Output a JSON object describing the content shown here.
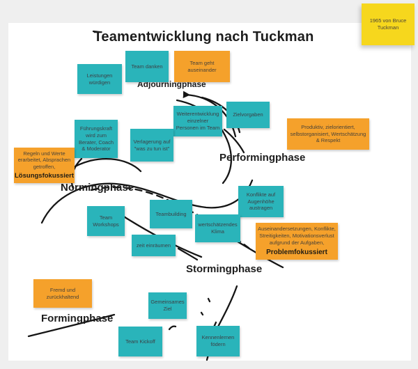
{
  "title": "Teamentwicklung nach Tuckman",
  "colors": {
    "background": "#efefef",
    "ink": "#1d1d1d",
    "teal": "#2ab4ba",
    "orange": "#f5a12b",
    "yellow": "#f6d71d"
  },
  "phases": {
    "adjourning": "Adjourningphase",
    "performing": "Performingphase",
    "norming": "Normingphase",
    "storming": "Stormingphase",
    "forming": "Formingphase"
  },
  "notes": {
    "bruce": {
      "text": "1965 von Bruce Tuckman"
    },
    "leistungen": {
      "text": "Leistungen würdigen"
    },
    "team_danken": {
      "text": "Team danken"
    },
    "auseinander": {
      "text": "Team geht auseinander"
    },
    "weiterentwicklung": {
      "text": "Weiterentwicklung einzelner Personen im Team"
    },
    "zielvorgaben": {
      "text": "Zielvorgaben"
    },
    "fuehrungskraft": {
      "text": "Führungskraft wird zum Berater, Coach & Moderator"
    },
    "verlagerung": {
      "text": "Verlagerung auf \"was zu tun ist\""
    },
    "produktiv": {
      "text": "Produktiv, zielorientiert, selbstorganisiert, Wertschätzung & Respekt"
    },
    "regeln": {
      "text": "Regeln und Werte erarbeitet, Absprachen getroffen,",
      "bold": "Lösungsfokussiert"
    },
    "konflikte_augenhoehe": {
      "text": "Konflikte auf Augenhöhe austragen"
    },
    "team_workshops": {
      "text": "Team Workshops"
    },
    "teambuilding": {
      "text": "Teambuilding"
    },
    "klima": {
      "text": "wertschätzendes Klima"
    },
    "zeit": {
      "text": "zeit einräumen"
    },
    "auseinandersetzungen": {
      "text": "Auseinandersetzungen, Konflikte, Streitigkeiten, Motivationsverlust aufgrund der Aufgaben,",
      "bold": "Problemfokussiert"
    },
    "fremd": {
      "text": "Fremd und zurückhaltend"
    },
    "gemeinsames_ziel": {
      "text": "Gemeinsames Ziel"
    },
    "team_kickoff": {
      "text": "Team Kickoff"
    },
    "kennenlernen": {
      "text": "Kennenlernen födern"
    }
  }
}
